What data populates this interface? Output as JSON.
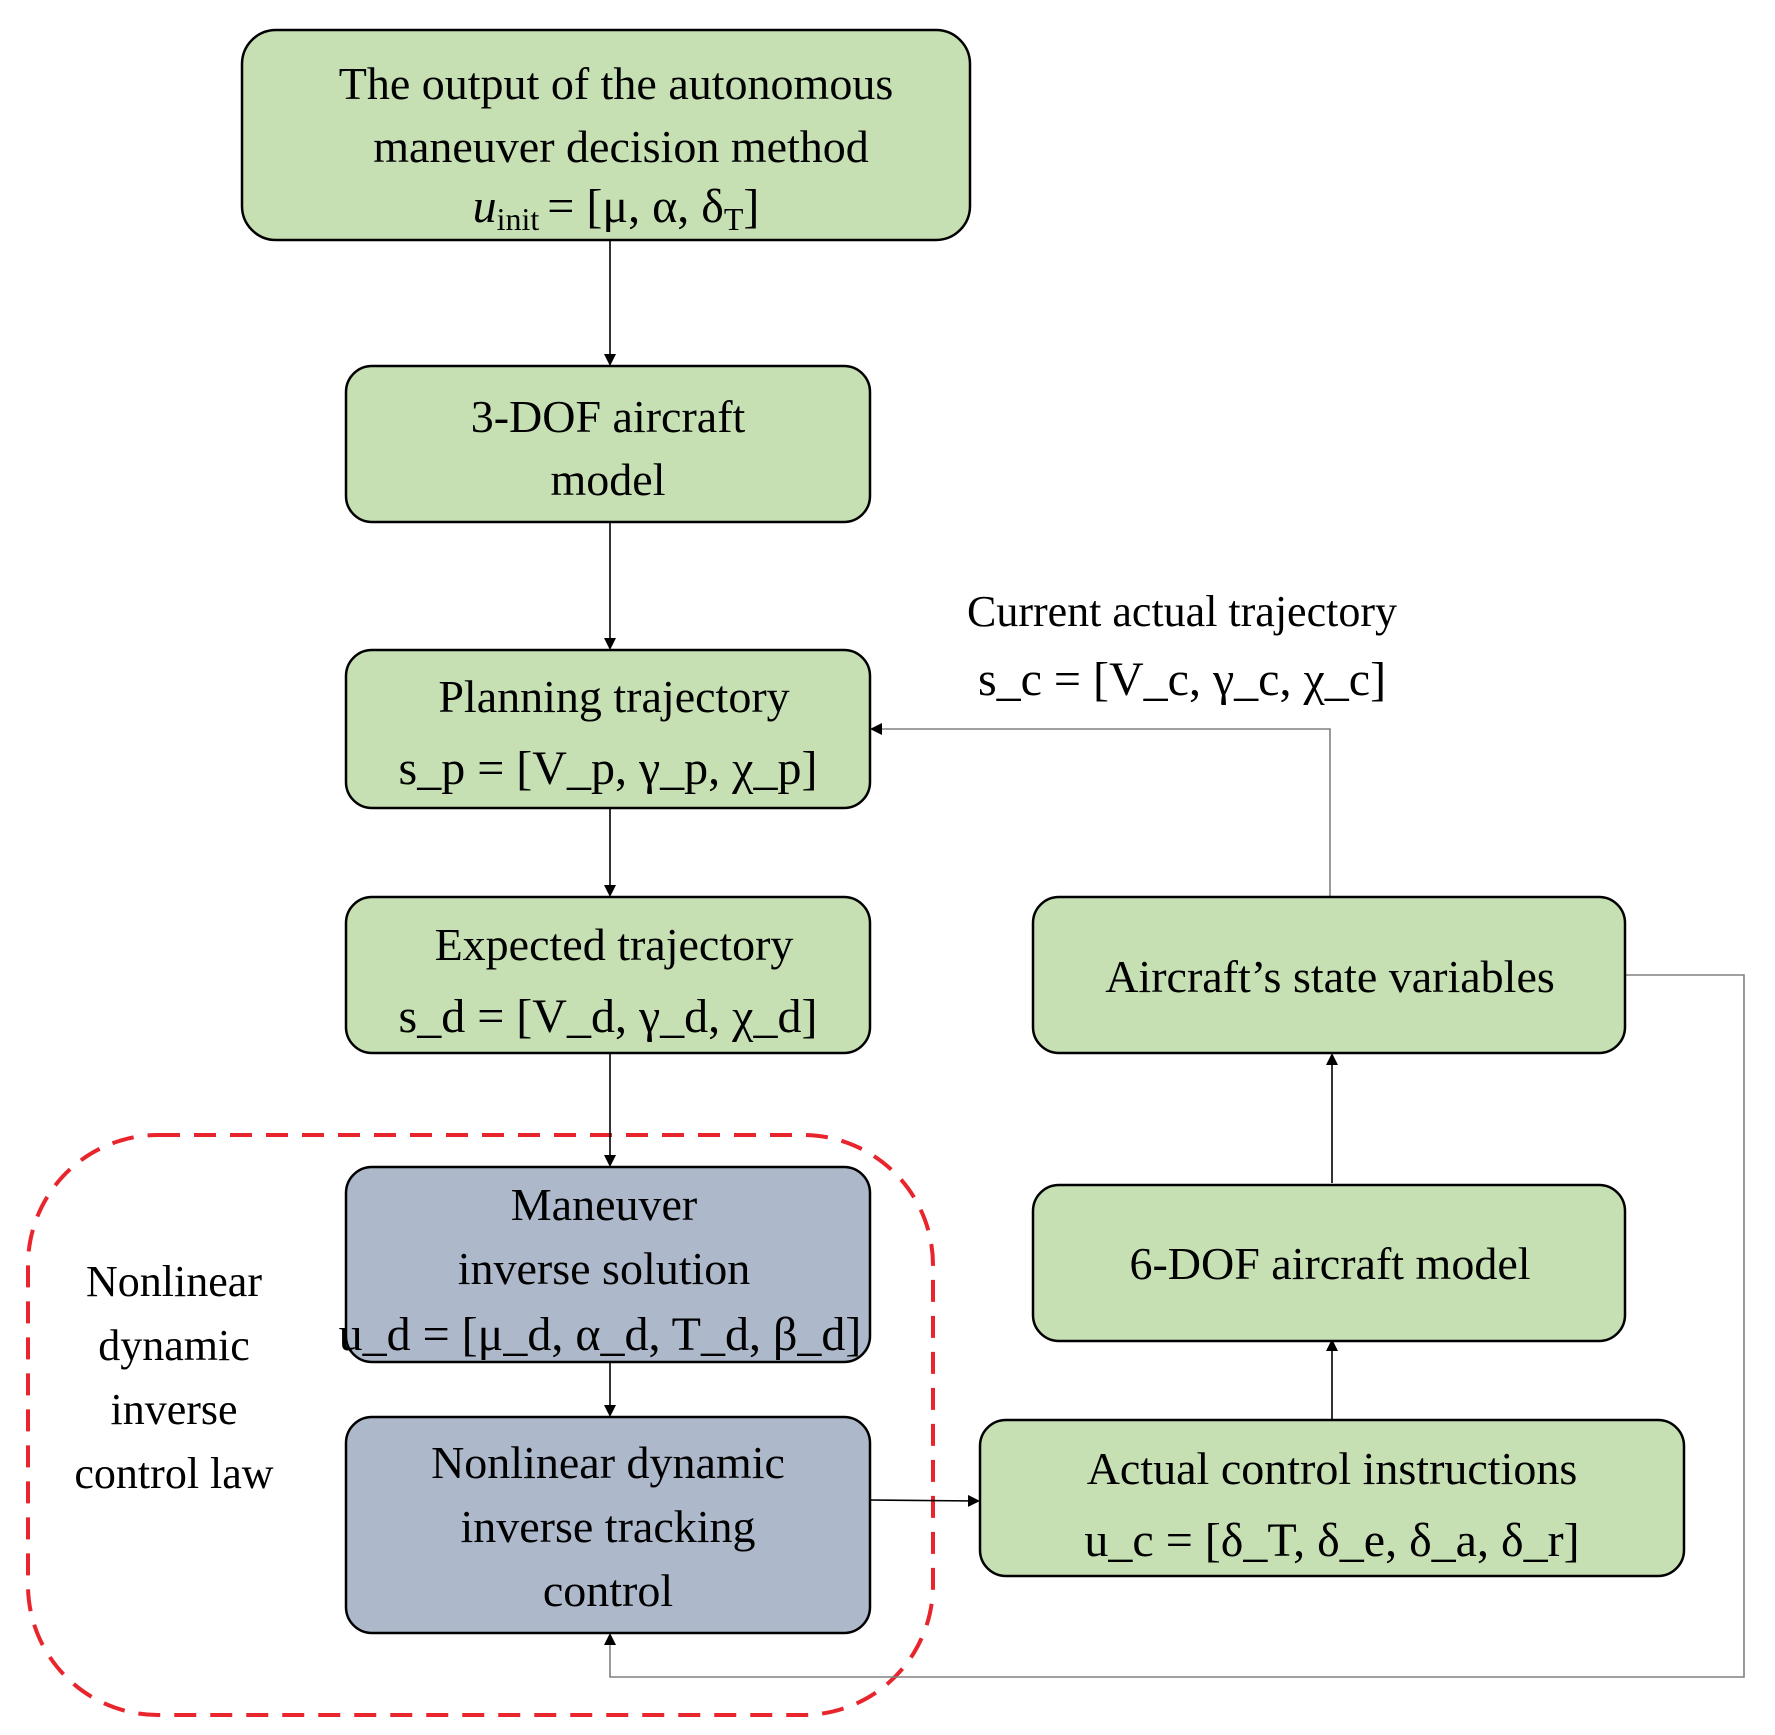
{
  "colors": {
    "green_fill": "#c6e0b4",
    "blue_fill": "#adb9ca",
    "stroke": "#000000",
    "dashed_region": "#e8242c",
    "arrow": "#000000",
    "feedback_line": "#808080"
  },
  "nodes": {
    "autonomous_output": {
      "line1": "The output of the autonomous",
      "line2": "maneuver decision method",
      "eq_var": "u",
      "eq_sub": "init",
      "eq_rhs": "= [μ, α, δ",
      "eq_rhs_sub": "T",
      "eq_close": "]"
    },
    "dof3_model": {
      "line1": "3-DOF aircraft",
      "line2": "model"
    },
    "planning_trajectory": {
      "line1": "Planning trajectory",
      "eq": "s_p = [V_p, γ_p, χ_p]"
    },
    "expected_trajectory": {
      "line1": "Expected trajectory",
      "eq": "s_d = [V_d, γ_d, χ_d]"
    },
    "maneuver_inverse": {
      "line1": "Maneuver",
      "line2": "inverse solution",
      "eq": "u_d = [μ_d, α_d, T_d, β_d]"
    },
    "ndi_tracking": {
      "line1": "Nonlinear dynamic",
      "line2": "inverse tracking",
      "line3": "control"
    },
    "actual_control": {
      "line1": "Actual control instructions",
      "eq": "u_c = [δ_T, δ_e, δ_a, δ_r]"
    },
    "dof6_model": {
      "line1": "6-DOF aircraft model"
    },
    "state_variables": {
      "line1": "Aircraft’s state variables"
    }
  },
  "labels": {
    "current_trajectory": {
      "line1": "Current actual trajectory",
      "eq": "s_c = [V_c, γ_c, χ_c]"
    },
    "ndi_law": {
      "line1": "Nonlinear",
      "line2": "dynamic",
      "line3": "inverse",
      "line4": "control law"
    }
  },
  "edges": [
    {
      "from": "autonomous_output",
      "to": "dof3_model"
    },
    {
      "from": "dof3_model",
      "to": "planning_trajectory"
    },
    {
      "from": "planning_trajectory",
      "to": "expected_trajectory"
    },
    {
      "from": "expected_trajectory",
      "to": "maneuver_inverse"
    },
    {
      "from": "maneuver_inverse",
      "to": "ndi_tracking"
    },
    {
      "from": "ndi_tracking",
      "to": "actual_control"
    },
    {
      "from": "actual_control",
      "to": "dof6_model"
    },
    {
      "from": "dof6_model",
      "to": "state_variables"
    },
    {
      "from": "state_variables",
      "to": "planning_trajectory"
    },
    {
      "from": "state_variables",
      "to": "ndi_tracking"
    }
  ]
}
